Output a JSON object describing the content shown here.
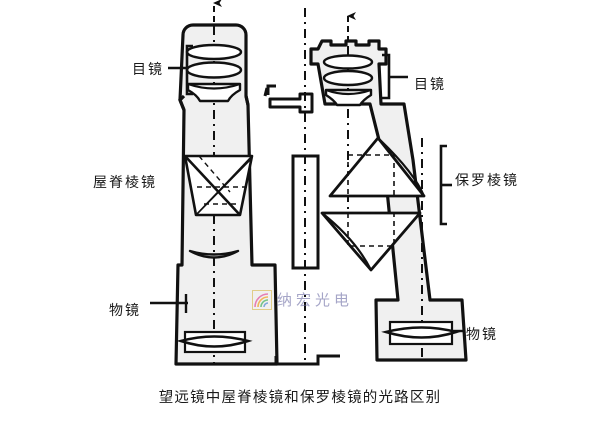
{
  "figure": {
    "caption": "望远镜中屋脊棱镜和保罗棱镜的光路区别",
    "background_color": "#ffffff",
    "line_color": "#111111",
    "body_fill": "#f0f0f0",
    "axis_style": "dash-dot vertical optical axis with upward arrow"
  },
  "labels": {
    "left_eyepiece": "目镜",
    "roof_prism": "屋脊棱镜",
    "left_objective": "物镜",
    "right_eyepiece": "目镜",
    "porro_prism": "保罗棱镜",
    "right_objective": "物镜"
  },
  "watermark": {
    "text": "纳宏光电",
    "logo_name": "rainbow-arc-logo",
    "text_color": "#6f6fa6",
    "logo_colors": [
      "#e03a8f",
      "#f39200",
      "#2aa84a",
      "#3b7ad1"
    ]
  },
  "diagram": {
    "left_unit": {
      "name": "roof-prism-binocular-half",
      "eyepiece_lens_count": 3,
      "prism_type": "roof prism (Dach/Schmidt-Pechan style trapezoid)",
      "has_field_lens": true,
      "objective_lens_count": 1
    },
    "right_unit": {
      "name": "porro-prism-binocular-half",
      "eyepiece_lens_count": 3,
      "prism_type": "porro prism pair (two right-angle prisms)",
      "prism_count": 2,
      "objective_lens_count": 1
    },
    "hinge": {
      "name": "center-focus-hinge",
      "has_focus_bar": true
    }
  }
}
